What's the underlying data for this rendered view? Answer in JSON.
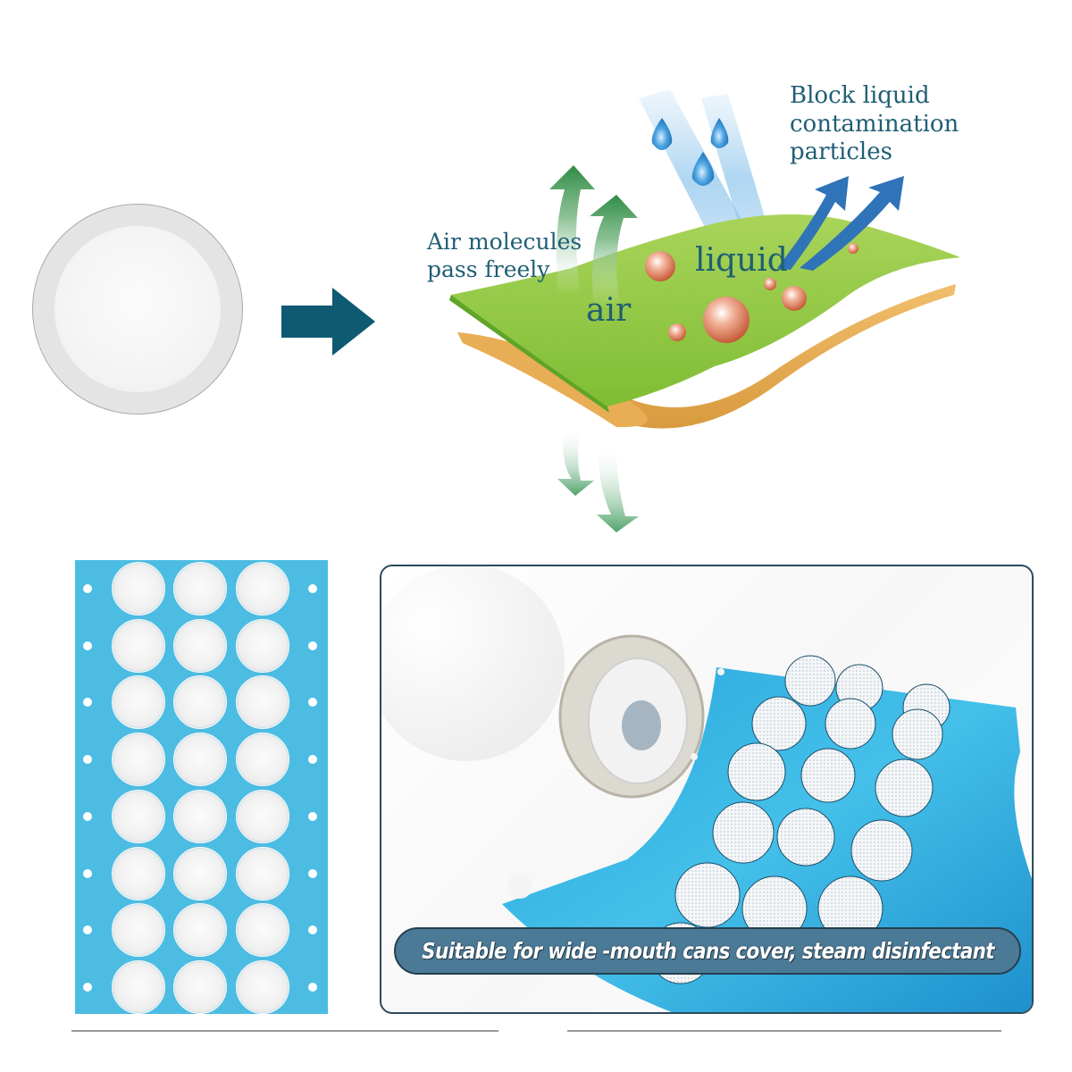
{
  "diagram": {
    "air_description": [
      "Air molecules",
      "pass freely"
    ],
    "block_description": [
      "Block liquid",
      "contamination",
      "particles"
    ],
    "air_label": "air",
    "liquid_label": "liquid"
  },
  "sticker_sheet": {
    "rows": 8,
    "columns": 3,
    "color": "#4cbce3"
  },
  "photo_panel": {
    "caption": "Suitable for wide -mouth cans cover, steam disinfectant"
  },
  "colors": {
    "text_teal": "#1f5e74",
    "arrow_teal": "#0e5a73",
    "banner_bg": "#4b7a97",
    "membrane_green": "#8cc63f",
    "membrane_orange": "#e3a34b"
  }
}
